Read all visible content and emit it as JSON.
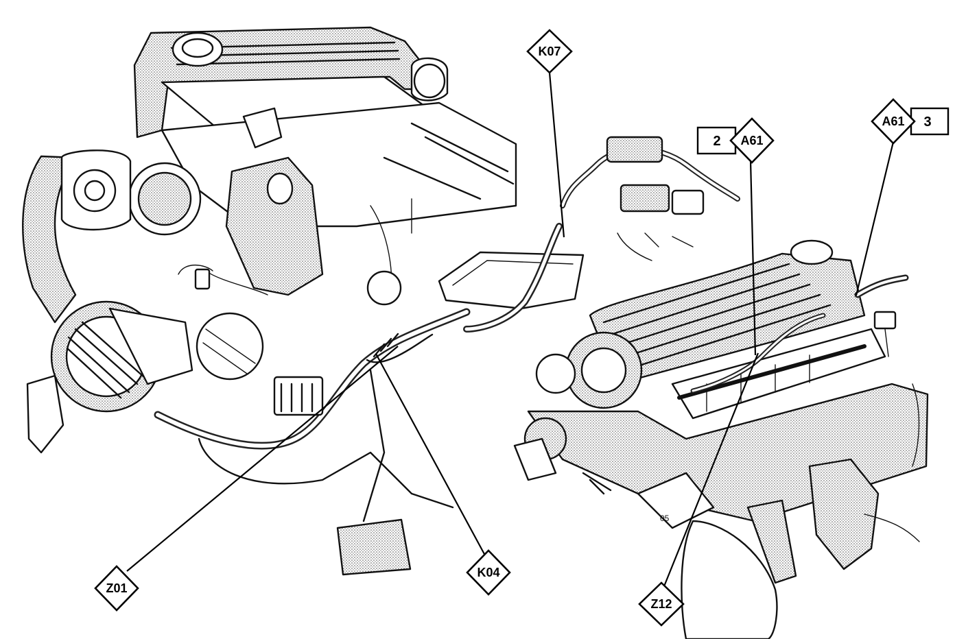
{
  "callouts": {
    "k07": "K07",
    "a61_left": "A61",
    "a61_right": "A61",
    "z01": "Z01",
    "k04": "K04",
    "z12": "Z12"
  },
  "boxes": {
    "left_number": "2",
    "right_number": "3"
  },
  "engraving": {
    "part_stamp": "05"
  },
  "colors": {
    "ink": "#111111",
    "paper": "#ffffff"
  }
}
